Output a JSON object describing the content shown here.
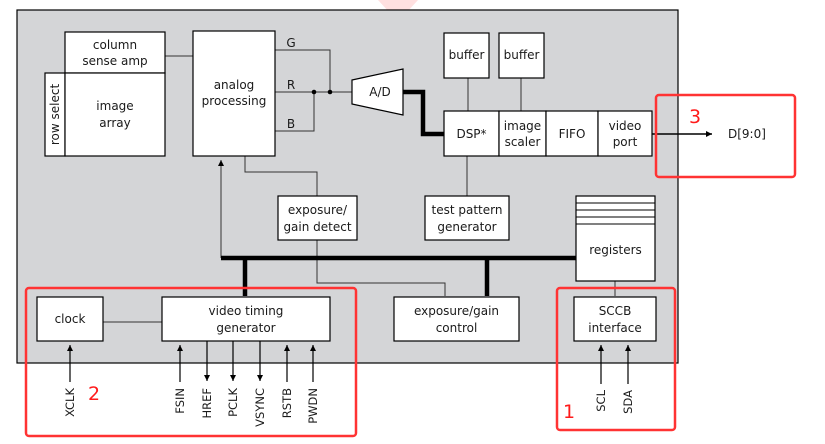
{
  "colors": {
    "chip_bg": "#d4d5d7",
    "block_bg": "#ffffff",
    "stroke": "#000000",
    "highlight": "#ff3333"
  },
  "blocks": {
    "column_sense_amp": [
      "column",
      "sense amp"
    ],
    "row_select": "row select",
    "image_array": [
      "image",
      "array"
    ],
    "analog_processing": [
      "analog",
      "processing"
    ],
    "ad_converter": "A/D",
    "buffer_1": "buffer",
    "buffer_2": "buffer",
    "dsp": "DSP*",
    "image_scaler": [
      "image",
      "scaler"
    ],
    "fifo": "FIFO",
    "video_port": [
      "video",
      "port"
    ],
    "exposure_gain_detect": [
      "exposure/",
      "gain detect"
    ],
    "test_pattern_generator": [
      "test pattern",
      "generator"
    ],
    "registers": "registers",
    "clock": "clock",
    "video_timing_generator": [
      "video timing",
      "generator"
    ],
    "exposure_gain_control": [
      "exposure/gain",
      "control"
    ],
    "sccb_interface": [
      "SCCB",
      "interface"
    ]
  },
  "signals": {
    "g": "G",
    "r": "R",
    "b": "B",
    "data_out": "D[9:0]"
  },
  "pins": {
    "xclk": "XCLK",
    "timing": [
      "FSIN",
      "HREF",
      "PCLK",
      "VSYNC",
      "RSTB",
      "PWDN"
    ],
    "sccb": [
      "SCL",
      "SDA"
    ]
  },
  "highlights": {
    "sccb": "1",
    "timing": "2",
    "output": "3"
  }
}
